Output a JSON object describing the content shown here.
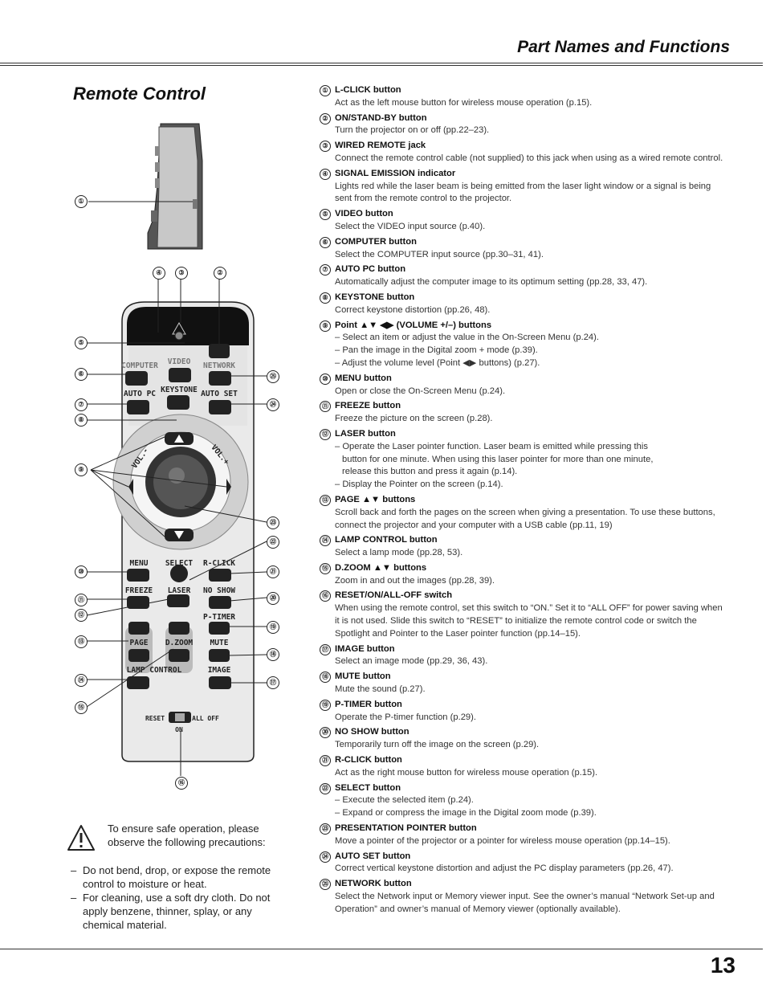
{
  "header": {
    "title": "Part Names and Functions"
  },
  "section": {
    "title": "Remote Control"
  },
  "page_number": "13",
  "parts": [
    {
      "num": "①",
      "title": "L-CLICK button",
      "lines": [
        "Act as the left mouse button for wireless mouse operation (p.15)."
      ]
    },
    {
      "num": "②",
      "title": "ON/STAND-BY button",
      "lines": [
        "Turn the projector on or off (pp.22–23)."
      ]
    },
    {
      "num": "③",
      "title": "WIRED REMOTE jack",
      "lines": [
        "Connect the remote control cable (not supplied) to this jack when using as a wired remote control."
      ]
    },
    {
      "num": "④",
      "title": "SIGNAL EMISSION indicator",
      "lines": [
        "Lights red while the laser beam is being emitted from the laser light window or a signal is being sent from the remote control to the projector."
      ]
    },
    {
      "num": "⑤",
      "title": "VIDEO button",
      "lines": [
        "Select the VIDEO input source (p.40)."
      ]
    },
    {
      "num": "⑥",
      "title": "COMPUTER button",
      "lines": [
        "Select the COMPUTER input source (pp.30–31, 41)."
      ]
    },
    {
      "num": "⑦",
      "title": "AUTO PC button",
      "lines": [
        "Automatically adjust the computer image to its optimum setting (pp.28, 33, 47)."
      ]
    },
    {
      "num": "⑧",
      "title": "KEYSTONE button",
      "lines": [
        "Correct keystone distortion (pp.26, 48)."
      ]
    },
    {
      "num": "⑨",
      "title": "Point ▲▼ ◀▶ (VOLUME +/–) buttons",
      "lines": [
        "– Select an item or adjust the value in the On-Screen Menu (p.24).",
        "– Pan the image in the Digital zoom + mode (p.39).",
        "– Adjust the volume level (Point ◀▶ buttons) (p.27)."
      ]
    },
    {
      "num": "⑩",
      "title": "MENU button",
      "lines": [
        "Open or close the On-Screen Menu (p.24)."
      ]
    },
    {
      "num": "⑪",
      "title": "FREEZE button",
      "lines": [
        "Freeze the picture on the screen (p.28)."
      ]
    },
    {
      "num": "⑫",
      "title": "LASER button",
      "lines": [
        "– Operate the Laser pointer function. Laser beam is emitted while pressing this",
        "button for one minute. When using this laser pointer for more than one minute,",
        "release this button and press it again (p.14).",
        "– Display the Pointer on the screen (p.14)."
      ]
    },
    {
      "num": "⑬",
      "title": "PAGE ▲▼ buttons",
      "lines": [
        "Scroll back and forth the pages on the screen when giving a presentation. To use these buttons, connect the projector and your computer with a USB cable (pp.11, 19)"
      ]
    },
    {
      "num": "⑭",
      "title": "LAMP CONTROL button",
      "lines": [
        "Select a lamp mode (pp.28, 53)."
      ]
    },
    {
      "num": "⑮",
      "title": "D.ZOOM ▲▼ buttons",
      "lines": [
        "Zoom in and out the images (pp.28, 39)."
      ]
    },
    {
      "num": "⑯",
      "title": "RESET/ON/ALL-OFF switch",
      "lines": [
        "When using the remote control, set this switch to “ON.” Set it to “ALL OFF” for power saving when it is not used. Slide this switch to “RESET” to initialize the remote control code or switch the Spotlight and Pointer to the Laser pointer function (pp.14–15)."
      ]
    },
    {
      "num": "⑰",
      "title": "IMAGE button",
      "lines": [
        "Select an image mode (pp.29, 36, 43)."
      ]
    },
    {
      "num": "⑱",
      "title": "MUTE button",
      "lines": [
        "Mute the sound (p.27)."
      ]
    },
    {
      "num": "⑲",
      "title": "P-TIMER button",
      "lines": [
        "Operate the P-timer function (p.29)."
      ]
    },
    {
      "num": "⑳",
      "title": "NO SHOW button",
      "lines": [
        "Temporarily turn off the image on the screen (p.29)."
      ]
    },
    {
      "num": "㉑",
      "title": "R-CLICK button",
      "lines": [
        "Act as the right mouse button for wireless mouse operation (p.15)."
      ]
    },
    {
      "num": "㉒",
      "title": "SELECT button",
      "lines": [
        "– Execute the selected item (p.24).",
        "– Expand or compress the image in the Digital zoom mode (p.39)."
      ]
    },
    {
      "num": "㉓",
      "title": "PRESENTATION POINTER button",
      "lines": [
        "Move a pointer of the projector or a pointer for wireless mouse operation (pp.14–15)."
      ]
    },
    {
      "num": "㉔",
      "title": "AUTO SET button",
      "lines": [
        "Correct vertical keystone distortion and adjust the PC display parameters (pp.26, 47)."
      ]
    },
    {
      "num": "㉕",
      "title": "NETWORK button",
      "lines": [
        "Select the Network input or Memory viewer input. See the owner’s manual “Network Set-up and Operation” and owner’s manual of Memory viewer (optionally available)."
      ]
    }
  ],
  "remote": {
    "labels": {
      "computer": "COMPUTER",
      "video": "VIDEO",
      "network": "NETWORK",
      "auto_pc": "AUTO PC",
      "keystone": "KEYSTONE",
      "auto_set": "AUTO SET",
      "vol_minus": "VOL.-",
      "vol_plus": "VOL.+",
      "menu": "MENU",
      "select": "SELECT",
      "r_click": "R-CLICK",
      "freeze": "FREEZE",
      "laser": "LASER",
      "no_show": "NO SHOW",
      "page": "PAGE",
      "d_zoom": "D.ZOOM",
      "p_timer": "P-TIMER",
      "mute": "MUTE",
      "lamp_control": "LAMP CONTROL",
      "image": "IMAGE",
      "reset": "RESET",
      "all_off": "ALL OFF",
      "on": "ON"
    },
    "callouts": {
      "c1": "①",
      "c2": "②",
      "c3": "③",
      "c4": "④",
      "c5": "⑤",
      "c6": "⑥",
      "c7": "⑦",
      "c8": "⑧",
      "c9": "⑨",
      "c10": "⑩",
      "c11": "⑪",
      "c12": "⑫",
      "c13": "⑬",
      "c14": "⑭",
      "c15": "⑮",
      "c16": "⑯",
      "c17": "⑰",
      "c18": "⑱",
      "c19": "⑲",
      "c20": "⑳",
      "c21": "㉑",
      "c22": "㉒",
      "c23": "㉓",
      "c24": "㉔",
      "c25": "㉕"
    }
  },
  "precautions": {
    "intro": "To ensure safe operation, please observe the following precautions:",
    "items": [
      "Do not bend, drop, or expose the remote control to moisture or heat.",
      "For cleaning, use a soft dry cloth. Do not apply benzene, thinner, splay, or any chemical material."
    ],
    "dash": "–"
  }
}
